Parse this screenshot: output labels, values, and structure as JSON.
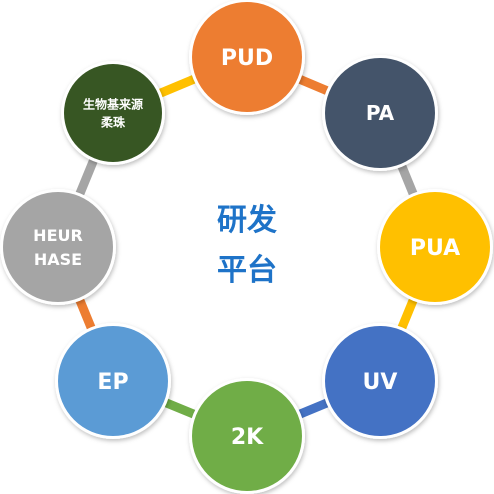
{
  "center": {
    "line1": "研发",
    "line2": "平台",
    "color": "#1e73c8"
  },
  "nodes": [
    {
      "key": "pud",
      "label": "PUD",
      "color": "#ed7d31"
    },
    {
      "key": "pa",
      "label": "PA",
      "color": "#44546a"
    },
    {
      "key": "pua",
      "label": "PUA",
      "color": "#ffc000"
    },
    {
      "key": "uv",
      "label": "UV",
      "color": "#4472c4"
    },
    {
      "key": "2k",
      "label": "2K",
      "color": "#70ad47"
    },
    {
      "key": "ep",
      "label": "EP",
      "color": "#5b9bd5"
    },
    {
      "key": "heurhase",
      "label": [
        "HEUR",
        "HASE"
      ],
      "color": "#a5a5a5"
    },
    {
      "key": "bio",
      "label": [
        "生物基来源",
        "柔珠"
      ],
      "color": "#375623"
    }
  ],
  "connectors": [
    {
      "between": [
        "pud",
        "pa"
      ],
      "color": "#ed7d31"
    },
    {
      "between": [
        "pa",
        "pua"
      ],
      "color": "#a5a5a5"
    },
    {
      "between": [
        "pua",
        "uv"
      ],
      "color": "#ffc000"
    },
    {
      "between": [
        "uv",
        "2k"
      ],
      "color": "#4472c4"
    },
    {
      "between": [
        "2k",
        "ep"
      ],
      "color": "#70ad47"
    },
    {
      "between": [
        "ep",
        "heurhase"
      ],
      "color": "#ed7d31"
    },
    {
      "between": [
        "heurhase",
        "bio"
      ],
      "color": "#a5a5a5"
    },
    {
      "between": [
        "bio",
        "pud"
      ],
      "color": "#ffc000"
    }
  ]
}
